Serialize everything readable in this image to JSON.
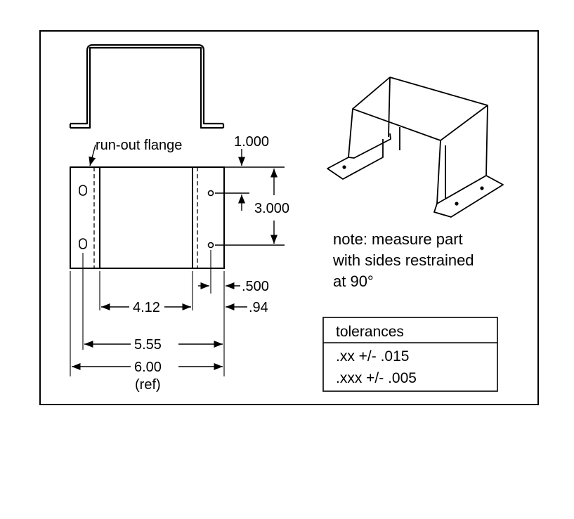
{
  "drawing": {
    "callout_flange": "run-out flange",
    "dim_flange_offset": "1.000",
    "dim_hole_spacing": "3.000",
    "dim_hole_inset": ".500",
    "dim_inner_width": "4.12",
    "dim_flange_width": ".94",
    "dim_hole_to_hole": "5.55",
    "dim_overall": "6.00",
    "dim_overall_note": "(ref)"
  },
  "note": {
    "line1": "note: measure part",
    "line2": "with sides restrained",
    "line3": "at 90°"
  },
  "tolerances": {
    "title": "tolerances",
    "rows": [
      ".xx +/- .015",
      ".xxx +/- .005"
    ]
  },
  "colors": {
    "ink": "#000000",
    "paper": "#ffffff"
  }
}
